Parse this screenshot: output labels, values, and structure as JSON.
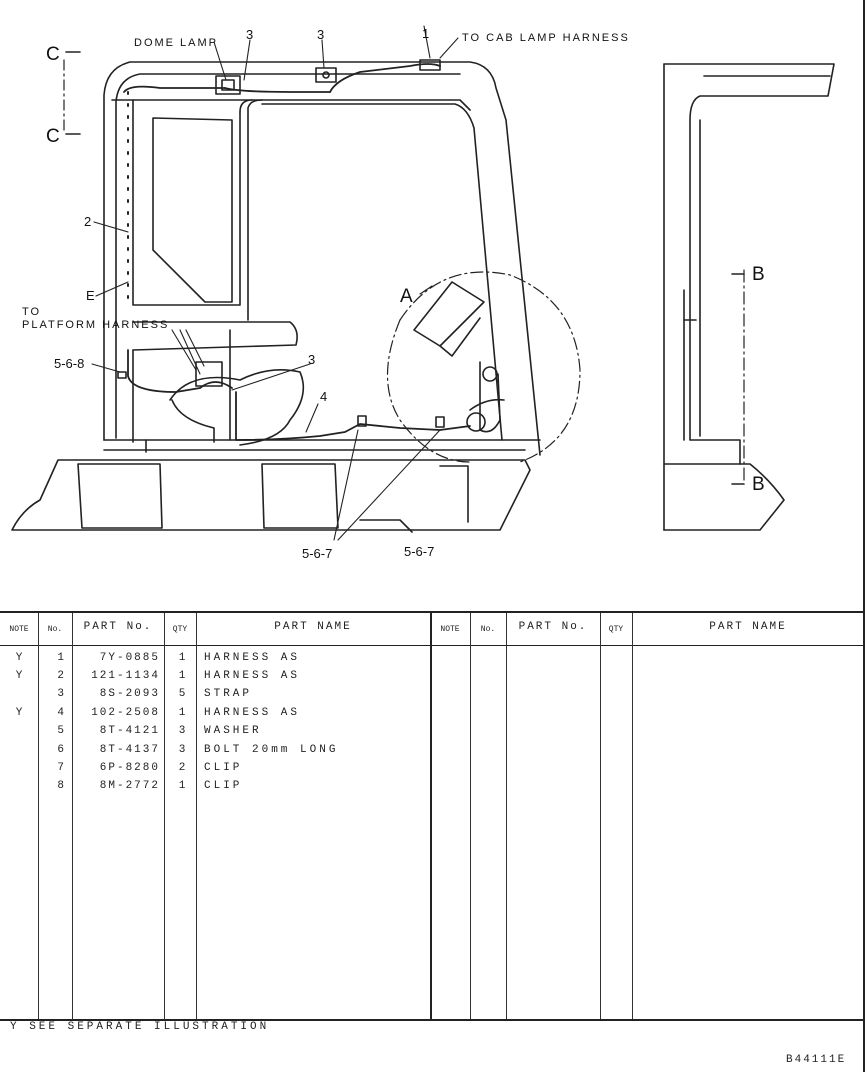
{
  "drawing": {
    "callouts": {
      "dome_lamp": "DOME LAMP",
      "to_cab_lamp_harness": "TO CAB LAMP HARNESS",
      "to_platform_harness_1": "TO",
      "to_platform_harness_2": "PLATFORM HARNESS",
      "label_e": "E",
      "ref_1": "1",
      "ref_2": "2",
      "ref_3_a": "3",
      "ref_3_b": "3",
      "ref_3_c": "3",
      "ref_4": "4",
      "ref_568": "5-6-8",
      "ref_567_a": "5-6-7",
      "ref_567_b": "5-6-7"
    },
    "section_marks": {
      "c_top": "C",
      "c_bottom": "C",
      "b_top": "B",
      "b_bottom": "B",
      "detail_a": "A"
    }
  },
  "parts_table": {
    "headers_left": {
      "note": "NOTE",
      "no": "No.",
      "part_no": "PART No.",
      "qty": "QTY",
      "part_name": "PART NAME"
    },
    "headers_right": {
      "note": "NOTE",
      "no": "No.",
      "part_no": "PART No.",
      "qty": "QTY",
      "part_name": "PART NAME"
    },
    "rows": [
      {
        "note": "Y",
        "no": "1",
        "part_no": "7Y-0885",
        "qty": "1",
        "name": "HARNESS AS"
      },
      {
        "note": "Y",
        "no": "2",
        "part_no": "121-1134",
        "qty": "1",
        "name": "HARNESS AS"
      },
      {
        "note": "",
        "no": "3",
        "part_no": "8S-2093",
        "qty": "5",
        "name": "STRAP"
      },
      {
        "note": "Y",
        "no": "4",
        "part_no": "102-2508",
        "qty": "1",
        "name": "HARNESS AS"
      },
      {
        "note": "",
        "no": "5",
        "part_no": "8T-4121",
        "qty": "3",
        "name": "WASHER"
      },
      {
        "note": "",
        "no": "6",
        "part_no": "8T-4137",
        "qty": "3",
        "name": "BOLT 20mm LONG"
      },
      {
        "note": "",
        "no": "7",
        "part_no": "6P-8280",
        "qty": "2",
        "name": "CLIP"
      },
      {
        "note": "",
        "no": "8",
        "part_no": "8M-2772",
        "qty": "1",
        "name": "CLIP"
      }
    ]
  },
  "footnote": "Y SEE SEPARATE ILLUSTRATION",
  "reference_code": "B44111E"
}
